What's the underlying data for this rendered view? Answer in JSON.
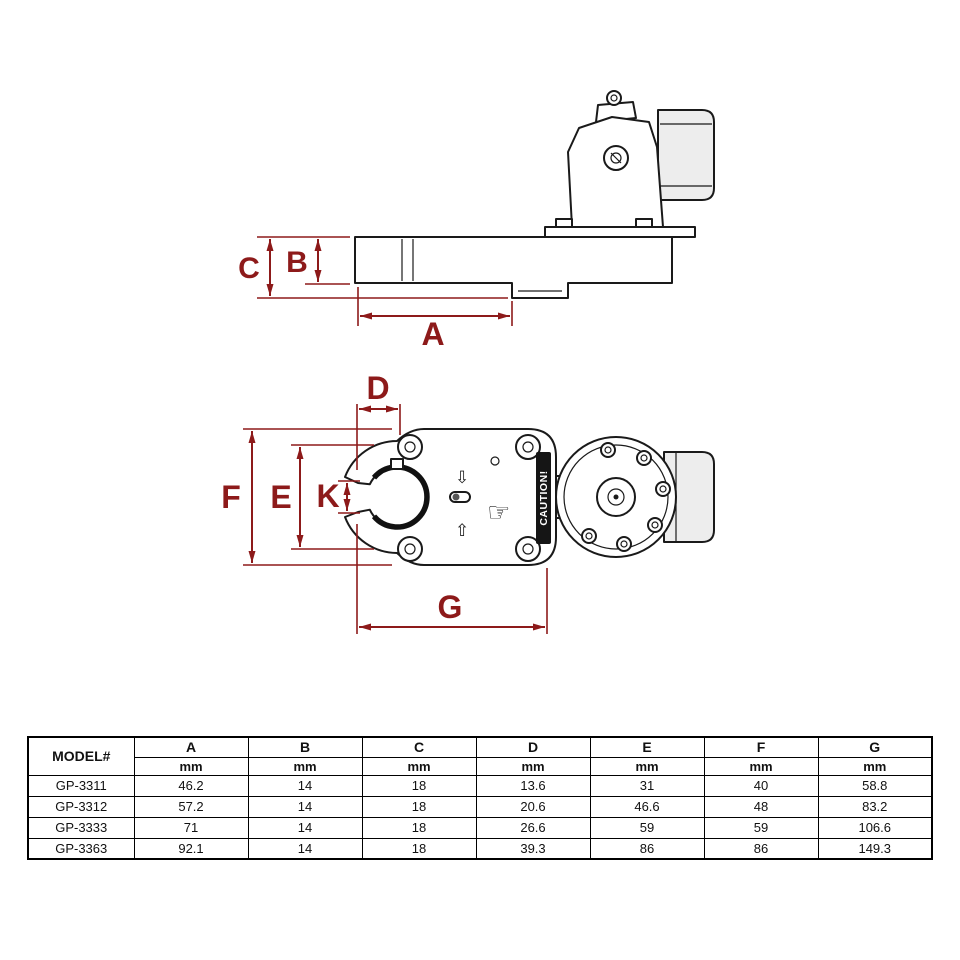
{
  "colors": {
    "dimension": "#8d1a1a",
    "line": "#1a1a1a"
  },
  "side_view": {
    "dim_c": "C",
    "dim_b": "B",
    "dim_a": "A"
  },
  "top_view": {
    "dim_d": "D",
    "dim_f": "F",
    "dim_e": "E",
    "dim_k": "K",
    "dim_g": "G",
    "caution": "CAUTION!"
  },
  "table": {
    "model_header": "MODEL#",
    "unit_label": "mm",
    "columns": [
      "A",
      "B",
      "C",
      "D",
      "E",
      "F",
      "G"
    ],
    "rows": [
      {
        "model": "GP-3311",
        "values": [
          "46.2",
          "14",
          "18",
          "13.6",
          "31",
          "40",
          "58.8"
        ]
      },
      {
        "model": "GP-3312",
        "values": [
          "57.2",
          "14",
          "18",
          "20.6",
          "46.6",
          "48",
          "83.2"
        ]
      },
      {
        "model": "GP-3333",
        "values": [
          "71",
          "14",
          "18",
          "26.6",
          "59",
          "59",
          "106.6"
        ]
      },
      {
        "model": "GP-3363",
        "values": [
          "92.1",
          "14",
          "18",
          "39.3",
          "86",
          "86",
          "149.3"
        ]
      }
    ]
  }
}
